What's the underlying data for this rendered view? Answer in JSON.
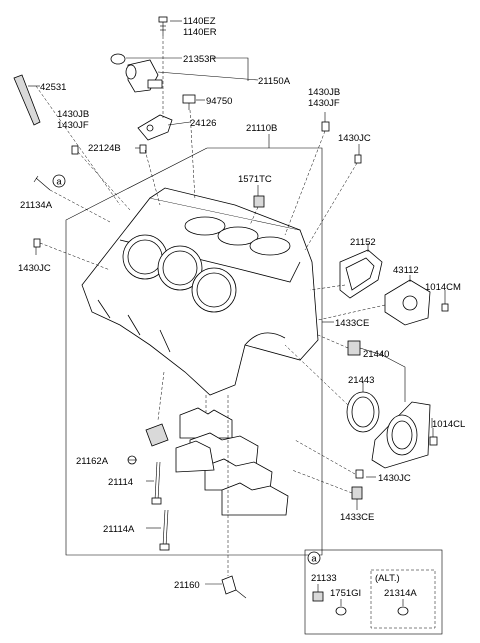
{
  "part_labels": {
    "p1140EZ": "1140EZ",
    "p1140ER": "1140ER",
    "p21353R": "21353R",
    "p21150A": "21150A",
    "p94750": "94750",
    "p42531": "42531",
    "p1430JB_l": "1430JB",
    "p1430JF_l": "1430JF",
    "p24126": "24126",
    "p1430JB_r": "1430JB",
    "p1430JF_r": "1430JF",
    "p21110B": "21110B",
    "p22124B": "22124B",
    "p1430JC_tr": "1430JC",
    "p1571TC": "1571TC",
    "p21134A": "21134A",
    "p1430JC_l": "1430JC",
    "p21152": "21152",
    "p43112": "43112",
    "p1014CM": "1014CM",
    "p1433CE_u": "1433CE",
    "p21440": "21440",
    "p21443": "21443",
    "p1014CL": "1014CL",
    "p21162A": "21162A",
    "p1430JC_b": "1430JC",
    "p21114": "21114",
    "p1433CE_b": "1433CE",
    "p21114A": "21114A",
    "p21160": "21160"
  },
  "callouts": {
    "a_main": "a",
    "a_inset": "a"
  },
  "inset": {
    "p21133": "21133",
    "p1751GI": "1751GI",
    "alt": "(ALT.)",
    "p21314A": "21314A"
  }
}
